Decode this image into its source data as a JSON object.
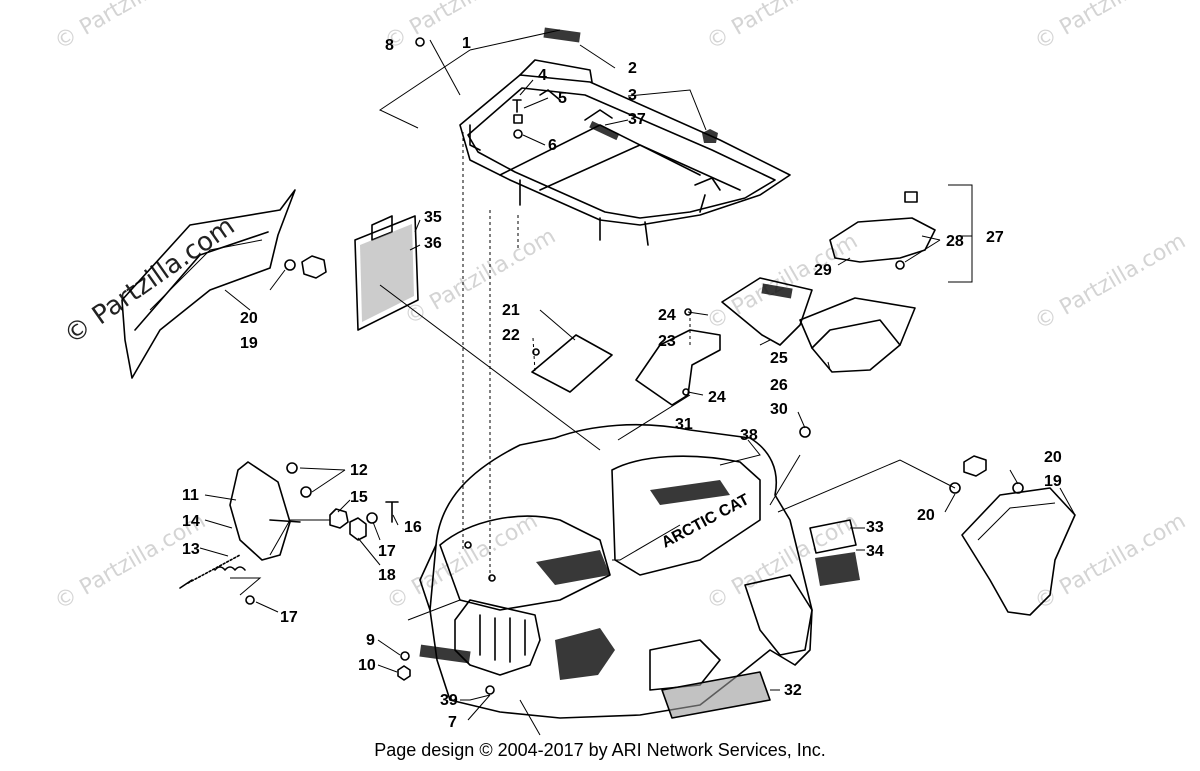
{
  "footer": "Page design © 2004-2017 by ARI Network Services, Inc.",
  "watermark": "© Partzilla.com",
  "decal_text": "ARCTIC CAT",
  "callouts": [
    "1",
    "2",
    "3",
    "4",
    "5",
    "6",
    "37",
    "8",
    "35",
    "36",
    "20",
    "19",
    "21",
    "22",
    "24",
    "23",
    "24",
    "25",
    "26",
    "27",
    "28",
    "29",
    "30",
    "31",
    "38",
    "20",
    "19",
    "20",
    "12",
    "11",
    "15",
    "14",
    "16",
    "13",
    "17",
    "18",
    "17",
    "33",
    "34",
    "9",
    "10",
    "39",
    "7",
    "32"
  ]
}
